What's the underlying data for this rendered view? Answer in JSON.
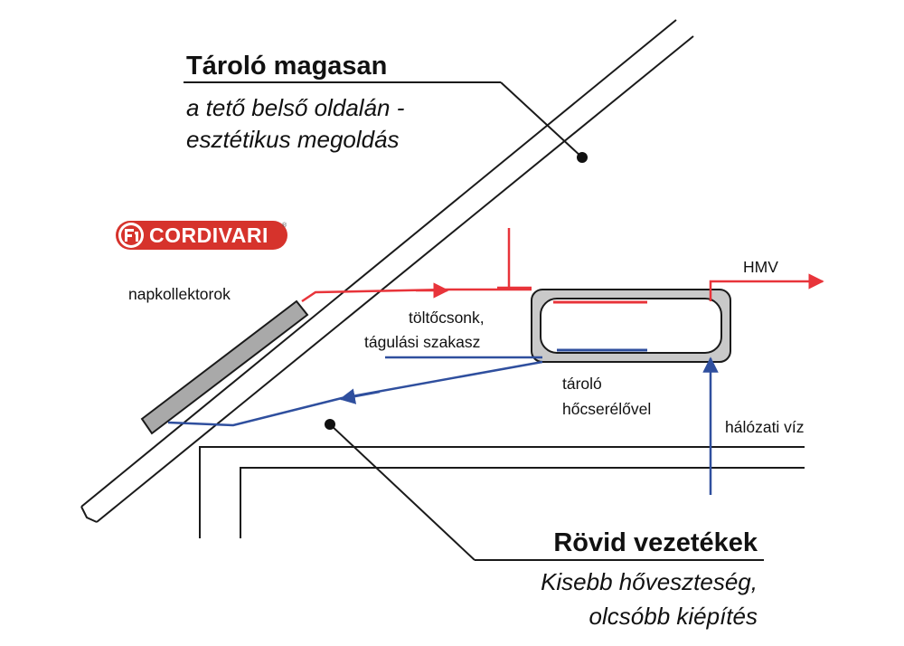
{
  "callout_top": {
    "title": "Tároló magasan",
    "line1": "a tető belső oldalán -",
    "line2": "esztétikus megoldás"
  },
  "callout_bottom": {
    "title": "Rövid vezetékek",
    "line1": "Kisebb hőveszteség,",
    "line2": "olcsóbb kiépítés"
  },
  "logo": {
    "text": "CORDIVARI",
    "registered": "®",
    "color": "#d6332c"
  },
  "labels": {
    "collectors": "napkollektorok",
    "filling_line1": "töltőcsonk,",
    "filling_line2": "tágulási szakasz",
    "tank_line1": "tároló",
    "tank_line2": "hőcserélővel",
    "hmv": "HMV",
    "mains_water": "hálózati víz"
  },
  "colors": {
    "hot_pipe": "#e8343a",
    "cold_pipe": "#2f4f9e",
    "structure": "#1a1a1a",
    "collector_fill": "#a9a9a9"
  }
}
